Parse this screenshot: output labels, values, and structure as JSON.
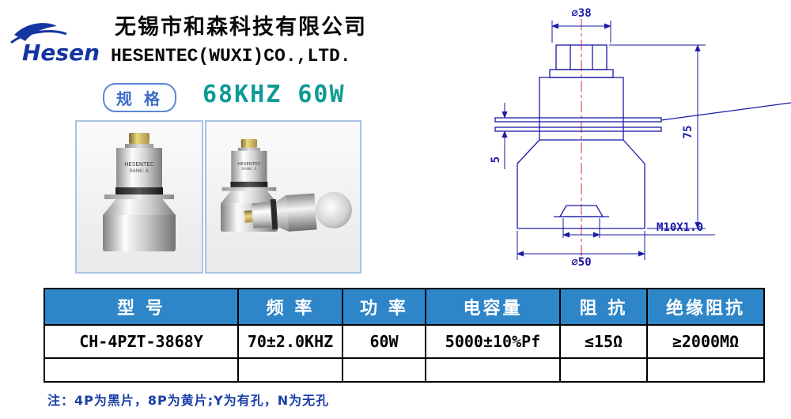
{
  "header": {
    "logo_text": "Hesen",
    "company_cn": "无锡市和森科技有限公司",
    "company_en": "HESENTEC(WUXI)CO.,LTD.",
    "spec_label": "规 格",
    "spec_value": "68KHZ 60W"
  },
  "photos": {
    "brand": "HESENTEC",
    "rank": "RANK: A"
  },
  "drawing": {
    "dim_top_diameter": "⌀38",
    "dim_height": "75",
    "dim_plate": "5",
    "dim_thread": "M10X1.0",
    "dim_bottom_diameter": "⌀50"
  },
  "table": {
    "headers": [
      "型 号",
      "频 率",
      "功 率",
      "电容量",
      "阻 抗",
      "绝缘阻抗"
    ],
    "row1": [
      "CH-4PZT-3868Y",
      "70±2.0KHZ",
      "60W",
      "5000±10%Pf",
      "≤15Ω",
      "≥2000MΩ"
    ]
  },
  "footnote": "注：4P为黑片，8P为黄片;Y为有孔，N为无孔"
}
